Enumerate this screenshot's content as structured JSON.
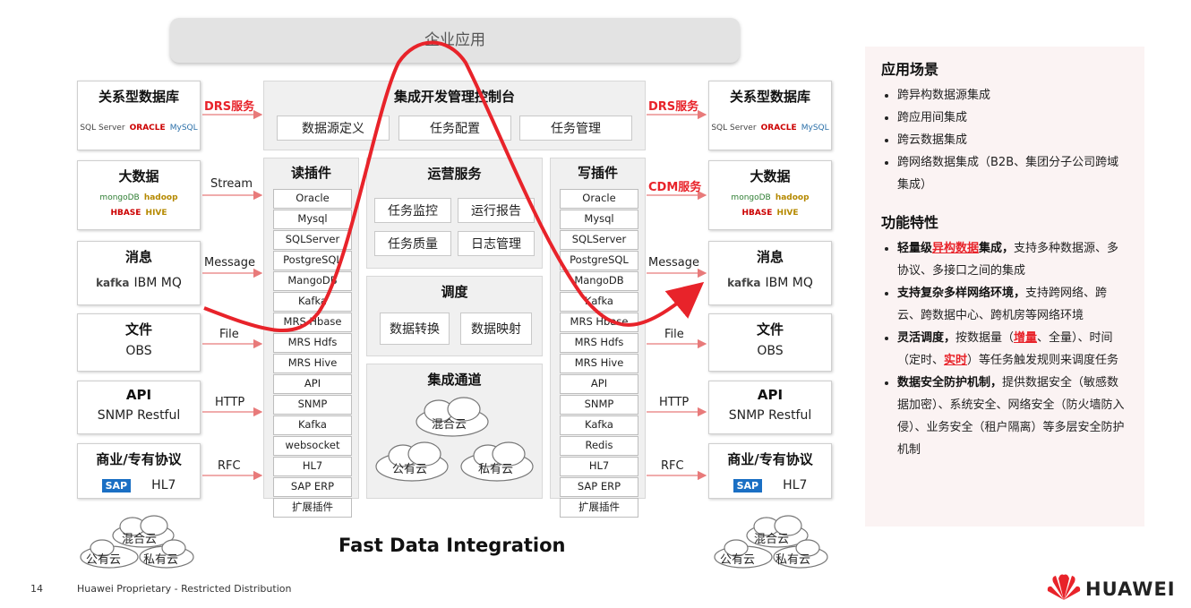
{
  "top_label": "企业应用",
  "left_sources": [
    {
      "title": "关系型数据库",
      "sub": "",
      "logos": [
        "SQL Server",
        "ORACLE",
        "MySQL"
      ]
    },
    {
      "title": "大数据",
      "sub": "",
      "logos": [
        "mongoDB",
        "hadoop",
        "HBASE",
        "HIVE"
      ]
    },
    {
      "title": "消息",
      "sub": "IBM MQ",
      "logos": [
        "kafka"
      ]
    },
    {
      "title": "文件",
      "sub": "OBS",
      "logos": []
    },
    {
      "title": "API",
      "sub": "SNMP Restful",
      "logos": []
    },
    {
      "title": "商业/专有协议",
      "sub": "HL7",
      "logos": [
        "SAP"
      ]
    }
  ],
  "right_targets": [
    {
      "title": "关系型数据库",
      "sub": "",
      "logos": [
        "SQL Server",
        "ORACLE",
        "MySQL"
      ]
    },
    {
      "title": "大数据",
      "sub": "",
      "logos": [
        "mongoDB",
        "hadoop",
        "HBASE",
        "HIVE"
      ]
    },
    {
      "title": "消息",
      "sub": "IBM MQ",
      "logos": [
        "kafka"
      ]
    },
    {
      "title": "文件",
      "sub": "OBS",
      "logos": []
    },
    {
      "title": "API",
      "sub": "SNMP Restful",
      "logos": []
    },
    {
      "title": "商业/专有协议",
      "sub": "HL7",
      "logos": [
        "SAP"
      ]
    }
  ],
  "left_connectors": [
    "DRS服务",
    "Stream",
    "Message",
    "File",
    "HTTP",
    "RFC"
  ],
  "right_connectors": [
    "DRS服务",
    "CDM服务",
    "Message",
    "File",
    "HTTP",
    "RFC"
  ],
  "console": {
    "title": "集成开发管理控制台",
    "buttons": [
      "数据源定义",
      "任务配置",
      "任务管理"
    ]
  },
  "read_plugins": {
    "title": "读插件",
    "items": [
      "Oracle",
      "Mysql",
      "SQLServer",
      "PostgreSQL",
      "MangoDB",
      "Kafka",
      "MRS Hbase",
      "MRS Hdfs",
      "MRS Hive",
      "API",
      "SNMP",
      "Kafka",
      "websocket",
      "HL7",
      "SAP ERP",
      "扩展插件"
    ]
  },
  "write_plugins": {
    "title": "写插件",
    "items": [
      "Oracle",
      "Mysql",
      "SQLServer",
      "PostgreSQL",
      "MangoDB",
      "Kafka",
      "MRS Hbase",
      "MRS Hdfs",
      "MRS Hive",
      "API",
      "SNMP",
      "Kafka",
      "Redis",
      "HL7",
      "SAP ERP",
      "扩展插件"
    ]
  },
  "ops": {
    "title": "运营服务",
    "buttons": [
      "任务监控",
      "运行报告",
      "任务质量",
      "日志管理"
    ]
  },
  "schedule": {
    "title": "调度",
    "buttons": [
      "数据转换",
      "数据映射"
    ]
  },
  "channel": {
    "title": "集成通道",
    "clouds": [
      "混合云",
      "公有云",
      "私有云"
    ]
  },
  "bottom_clouds": [
    "混合云",
    "公有云",
    "私有云"
  ],
  "center_caption": "Fast Data Integration",
  "right_panel": {
    "scene_title": "应用场景",
    "scenes": [
      "跨异构数据源集成",
      "跨应用间集成",
      "跨云数据集成",
      "跨网络数据集成（B2B、集团分子公司跨域集成）"
    ],
    "feature_title": "功能特性",
    "features": [
      {
        "head": "轻量级",
        "hl": "异构数据",
        "head2": "集成，",
        "body": "支持多种数据源、多协议、多接口之间的集成"
      },
      {
        "head": "支持复杂多样网络环境，",
        "body": "支持跨网络、跨云、跨数据中心、跨机房等网络环境"
      },
      {
        "head": "灵活调度，",
        "body1": "按数据量（",
        "hl1": "增量",
        "body2": "、全量）、时间（定时、",
        "hl2": "实时",
        "body3": "）等任务触发规则来调度任务"
      },
      {
        "head": "数据安全防护机制，",
        "body": "提供数据安全（敏感数据加密）、系统安全、网络安全（防火墙防入侵）、业务安全（租户隔离）等多层安全防护机制"
      }
    ]
  },
  "footer": {
    "page": "14",
    "text": "Huawei Proprietary - Restricted Distribution",
    "brand": "HUAWEI"
  },
  "colors": {
    "accent": "#e8232a",
    "panel": "#f0f0f0",
    "right_panel": "#fbf3f3"
  }
}
